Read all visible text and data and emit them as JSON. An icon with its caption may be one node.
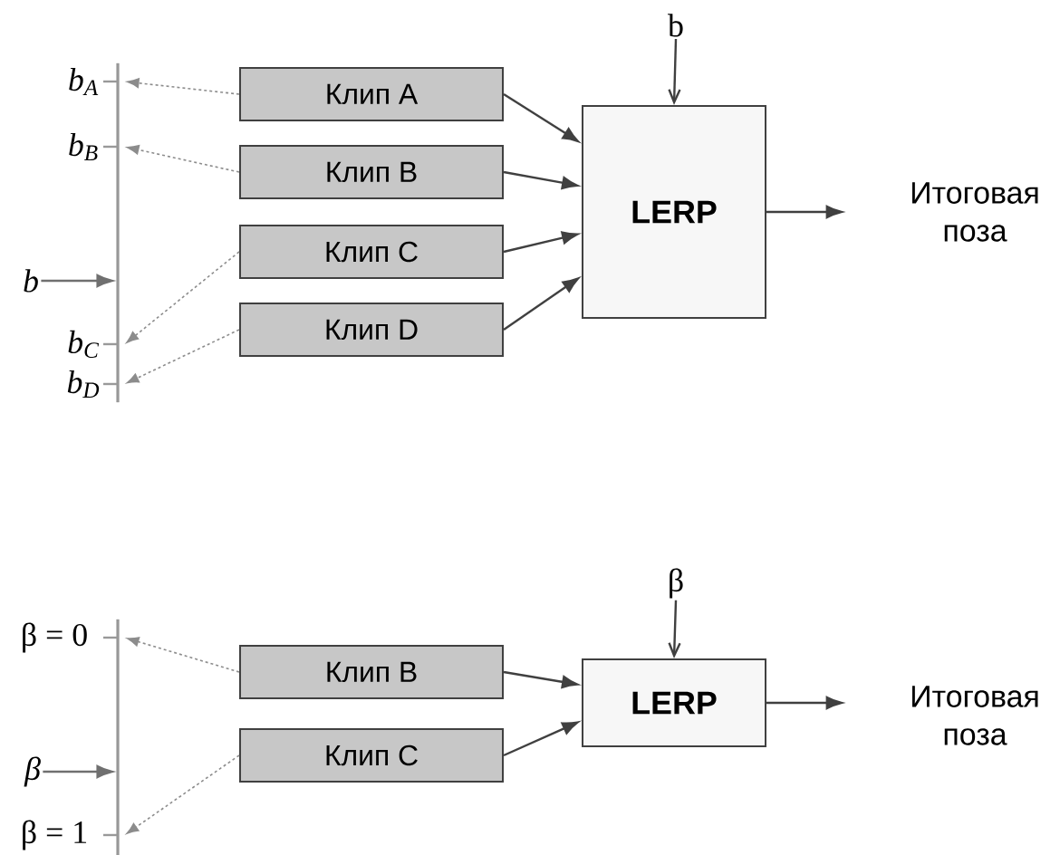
{
  "diagram": {
    "nodes": [
      {
        "text": [
          "b"
        ]
      },
      {
        "text": [
          "Клип A"
        ]
      },
      {
        "text": [
          "Клип B"
        ]
      },
      {
        "text": [
          "Клип C"
        ]
      },
      {
        "text": [
          "Клип D"
        ]
      },
      {
        "text": [
          "b"
        ]
      },
      {
        "text": [
          "LERP"
        ]
      },
      {
        "text": [
          "Итоговая поза"
        ]
      },
      {
        "text": [
          "β"
        ]
      },
      {
        "text": [
          "β"
        ]
      },
      {
        "text": [
          "Клип B"
        ]
      },
      {
        "text": [
          "Клип C"
        ]
      },
      {
        "text": [
          "LERP"
        ]
      },
      {
        "text": [
          "Итоговая поза"
        ]
      },
      {
        "text": [],
        "shape": "bar"
      },
      {
        "text": [],
        "shape": "bar"
      }
    ],
    "edges": [
      {
        "from": 1,
        "to": 6,
        "arrow": "to"
      },
      {
        "from": 2,
        "to": 6,
        "arrow": "to"
      },
      {
        "from": 3,
        "to": 6,
        "arrow": "to"
      },
      {
        "from": 4,
        "to": 6,
        "arrow": "to"
      },
      {
        "from": 5,
        "to": 6,
        "arrow": "to"
      },
      {
        "from": 6,
        "to": 7,
        "arrow": "to"
      },
      {
        "from": 0,
        "to": 14,
        "arrow": "to",
        "color": "#707070"
      },
      {
        "from": 1,
        "to": 14,
        "arrow": "to",
        "style": "dashed",
        "color": "#8c8c8c"
      },
      {
        "from": 2,
        "to": 14,
        "arrow": "to",
        "style": "dashed",
        "color": "#8c8c8c"
      },
      {
        "from": 3,
        "to": 14,
        "arrow": "to",
        "style": "dashed",
        "color": "#8c8c8c"
      },
      {
        "from": 4,
        "to": 14,
        "arrow": "to",
        "style": "dashed",
        "color": "#8c8c8c"
      },
      {
        "from": 9,
        "to": 12,
        "arrow": "to"
      },
      {
        "from": 10,
        "to": 12,
        "arrow": "to"
      },
      {
        "from": 11,
        "to": 12,
        "arrow": "to"
      },
      {
        "from": 12,
        "to": 13,
        "arrow": "to"
      },
      {
        "from": 8,
        "to": 15,
        "arrow": "to",
        "color": "#707070"
      },
      {
        "from": 10,
        "to": 15,
        "arrow": "to",
        "style": "dashed",
        "color": "#8c8c8c"
      },
      {
        "from": 11,
        "to": 15,
        "arrow": "to",
        "style": "dashed",
        "color": "#8c8c8c"
      }
    ],
    "labels": [
      "b$_{A}$",
      "b$_{B}$",
      "b$_{C}$",
      "b$_{D}$",
      "β = 0",
      "β = 1"
    ]
  }
}
